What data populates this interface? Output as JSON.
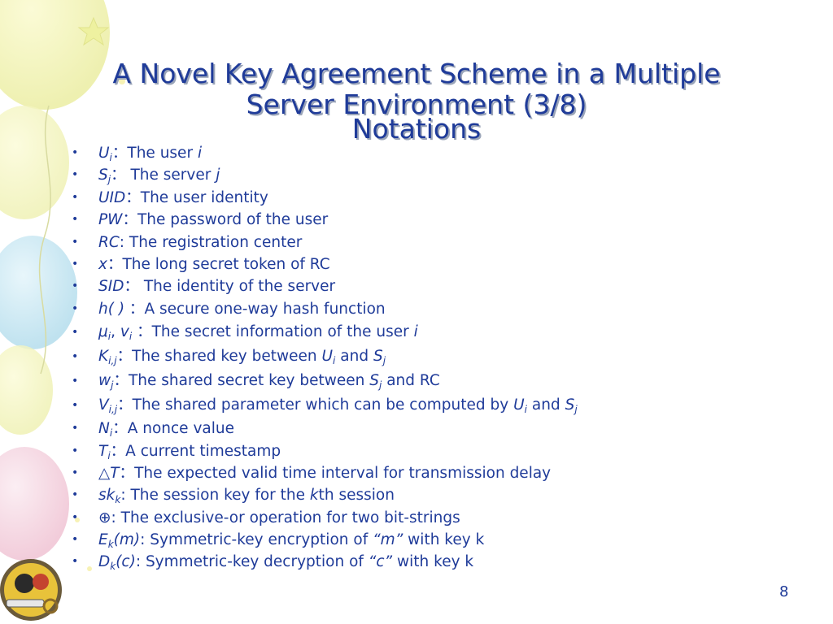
{
  "slide": {
    "title_line1": "A Novel Key Agreement Scheme in a Multiple",
    "title_line2": "Server Environment (3/8)",
    "subtitle": "Notations",
    "page_number": "8"
  },
  "notations": [
    {
      "sym": "U",
      "sub": "i",
      "sep": "：",
      "desc": "The user ",
      "desc_i": "i"
    },
    {
      "sym": "S",
      "sub": "j",
      "sep": "： ",
      "desc": "The server ",
      "desc_i": "j"
    },
    {
      "sym": "UID",
      "sep": "：",
      "desc": "The user identity"
    },
    {
      "sym": "PW",
      "sep": "：",
      "desc": "The password of the user"
    },
    {
      "sym": "RC",
      "sep": ": ",
      "desc": "The registration center"
    },
    {
      "sym": "x",
      "sep": "：",
      "desc": "The long secret token of RC"
    },
    {
      "sym": "SID",
      "sep": "： ",
      "desc": "The identity of the server"
    },
    {
      "sym": "h( )",
      "sep": " ：",
      "desc": "A secure one-way hash function"
    },
    {
      "sym": "μ",
      "sub": "i",
      "sym2": "v",
      "sub2": "i",
      "sep": "：",
      "desc": "The secret information of the user ",
      "desc_i": "i"
    },
    {
      "sym": "K",
      "sub": "i,j",
      "sep": "：",
      "desc": "The shared key between ",
      "u": "U",
      "usub": "i",
      "and": " and ",
      "s": "S",
      "ssub": "j"
    },
    {
      "sym": "w",
      "sub": "j",
      "sep": "：",
      "desc": "The shared secret key between ",
      "s": "S",
      "ssub": "j",
      "tail": " and RC"
    },
    {
      "sym": "V",
      "sub": "i,j",
      "sep": "：",
      "desc": "The shared parameter which can be computed by ",
      "u": "U",
      "usub": "i",
      "and": " and ",
      "s": "S",
      "ssub": "j"
    },
    {
      "sym": "N",
      "sub": "i",
      "sep": "：",
      "desc": "A nonce value"
    },
    {
      "sym": "T",
      "sub": "i",
      "sep": "：",
      "desc": "A current timestamp"
    },
    {
      "sym": "△",
      "sym_i": "T",
      "sep": "：",
      "desc": "The expected valid time interval for transmission delay"
    },
    {
      "sym": "sk",
      "sub": "k",
      "sep": ": ",
      "desc": "The session key for the ",
      "desc_i": "k",
      "tail": "th session"
    },
    {
      "sym": "⊕",
      "sep": ": ",
      "desc": "The exclusive-or operation for two bit-strings"
    },
    {
      "sym": "E",
      "sub": "k",
      "arg": "(m)",
      "sep": ": ",
      "desc": "Symmetric-key encryption of ",
      "q": "“m”",
      "tail": " with key k"
    },
    {
      "sym": "D",
      "sub": "k",
      "arg": "(c)",
      "sep": ": ",
      "desc": "Symmetric-key decryption of ",
      "q": "“c”",
      "tail": " with key k"
    }
  ]
}
